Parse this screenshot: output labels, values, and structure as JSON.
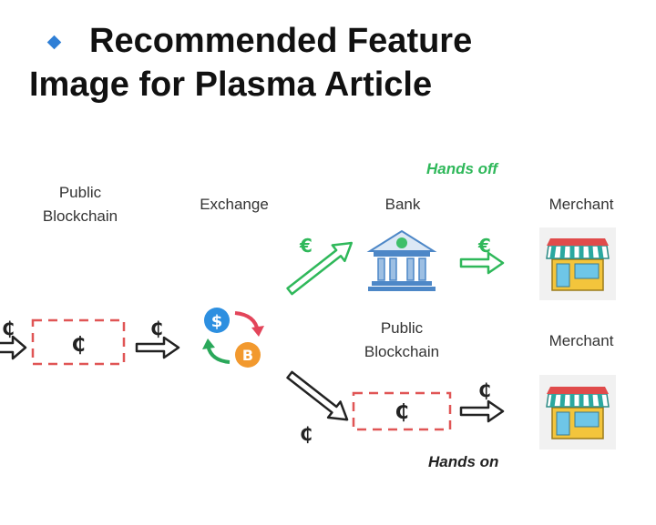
{
  "title": {
    "line1": "Recommended Feature",
    "line2": "Image for Plasma Article"
  },
  "diagram": {
    "public_blockchain_left": {
      "line1": "Public",
      "line2": "Blockchain"
    },
    "exchange": "Exchange",
    "bank": "Bank",
    "merchant_top": "Merchant",
    "merchant_bottom": "Merchant",
    "public_blockchain_right": {
      "line1": "Public",
      "line2": "Blockchain"
    },
    "hands_off": "Hands off",
    "hands_on": "Hands on",
    "euro_symbol": "€",
    "dollar_symbol": "$",
    "bitcoin_symbol": "B",
    "crypto_symbol": "₵"
  },
  "colors": {
    "green": "#2fb85a",
    "red_dash": "#e05555",
    "dark": "#222222",
    "bank_blue": "#4d87c7",
    "coin_blue": "#2d8fe0",
    "coin_orange": "#f2992e",
    "arrow_red": "#e3455a",
    "arrow_green": "#2aa85a"
  },
  "icons": [
    "bullet-diamond-icon",
    "bank-icon",
    "store-icon",
    "exchange-coins-icon",
    "arrow-icon"
  ]
}
